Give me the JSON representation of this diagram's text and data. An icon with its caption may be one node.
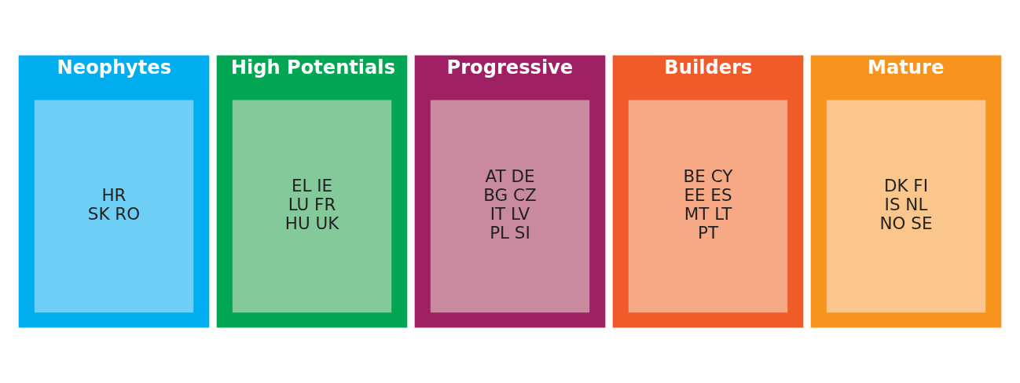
{
  "diagram": {
    "nodes": [
      {
        "text": [
          "Neophytes"
        ]
      },
      {
        "text": [
          "HR",
          "SK RO"
        ],
        "in": 0
      },
      {
        "text": [
          "High Potentials"
        ]
      },
      {
        "text": [
          "EL IE",
          "LU FR",
          "HU UK"
        ],
        "in": 2
      },
      {
        "text": [
          "Progressive"
        ]
      },
      {
        "text": [
          "AT DE",
          "BG CZ",
          "IT LV",
          "PL SI"
        ],
        "in": 4
      },
      {
        "text": [
          "Builders"
        ]
      },
      {
        "text": [
          "BE CY",
          "EE ES",
          "MT LT",
          "PT"
        ],
        "in": 6
      },
      {
        "text": [
          "Mature"
        ]
      },
      {
        "text": [
          "DK FI",
          "IS NL",
          "NO SE"
        ],
        "in": 8
      }
    ]
  }
}
